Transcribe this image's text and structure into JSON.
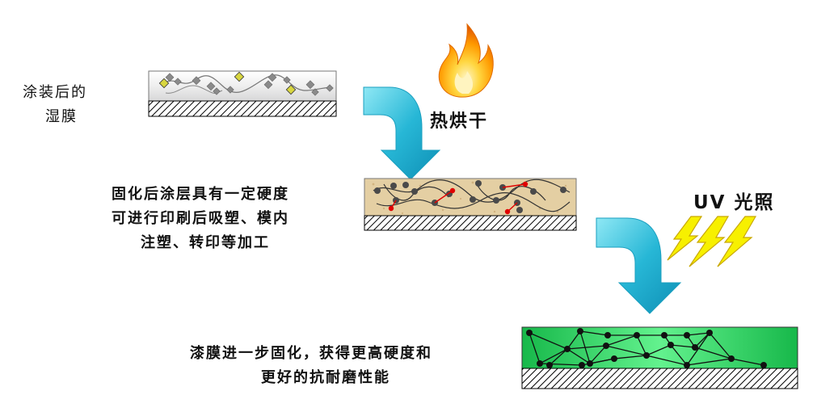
{
  "labels": {
    "wet_film": [
      "涂装后的",
      "湿膜"
    ],
    "heat_dry": "热烘干",
    "cured_line1": "固化后涂层具有一定硬度",
    "cured_line2": "可进行印刷后吸塑、模内",
    "cured_line3": "注塑、转印等加工",
    "uv_light": "UV 光照",
    "final_line1": "漆膜进一步固化，获得更高硬度和",
    "final_line2": "更好的抗耐磨性能"
  },
  "colors": {
    "arrow": "#27b7d6",
    "arrow_light": "#8fe8f5",
    "flame": "#ff8a00",
    "lightning": "#f7f000",
    "wet_film_bg": "#e9e9ea",
    "cured_bg": "#e7cfa5",
    "final_bg": "#2ed86a",
    "link_red": "#e00000"
  },
  "icons": [
    "flame-icon",
    "lightning-bolt-icon",
    "curved-arrow-icon",
    "hatched-substrate-icon"
  ]
}
